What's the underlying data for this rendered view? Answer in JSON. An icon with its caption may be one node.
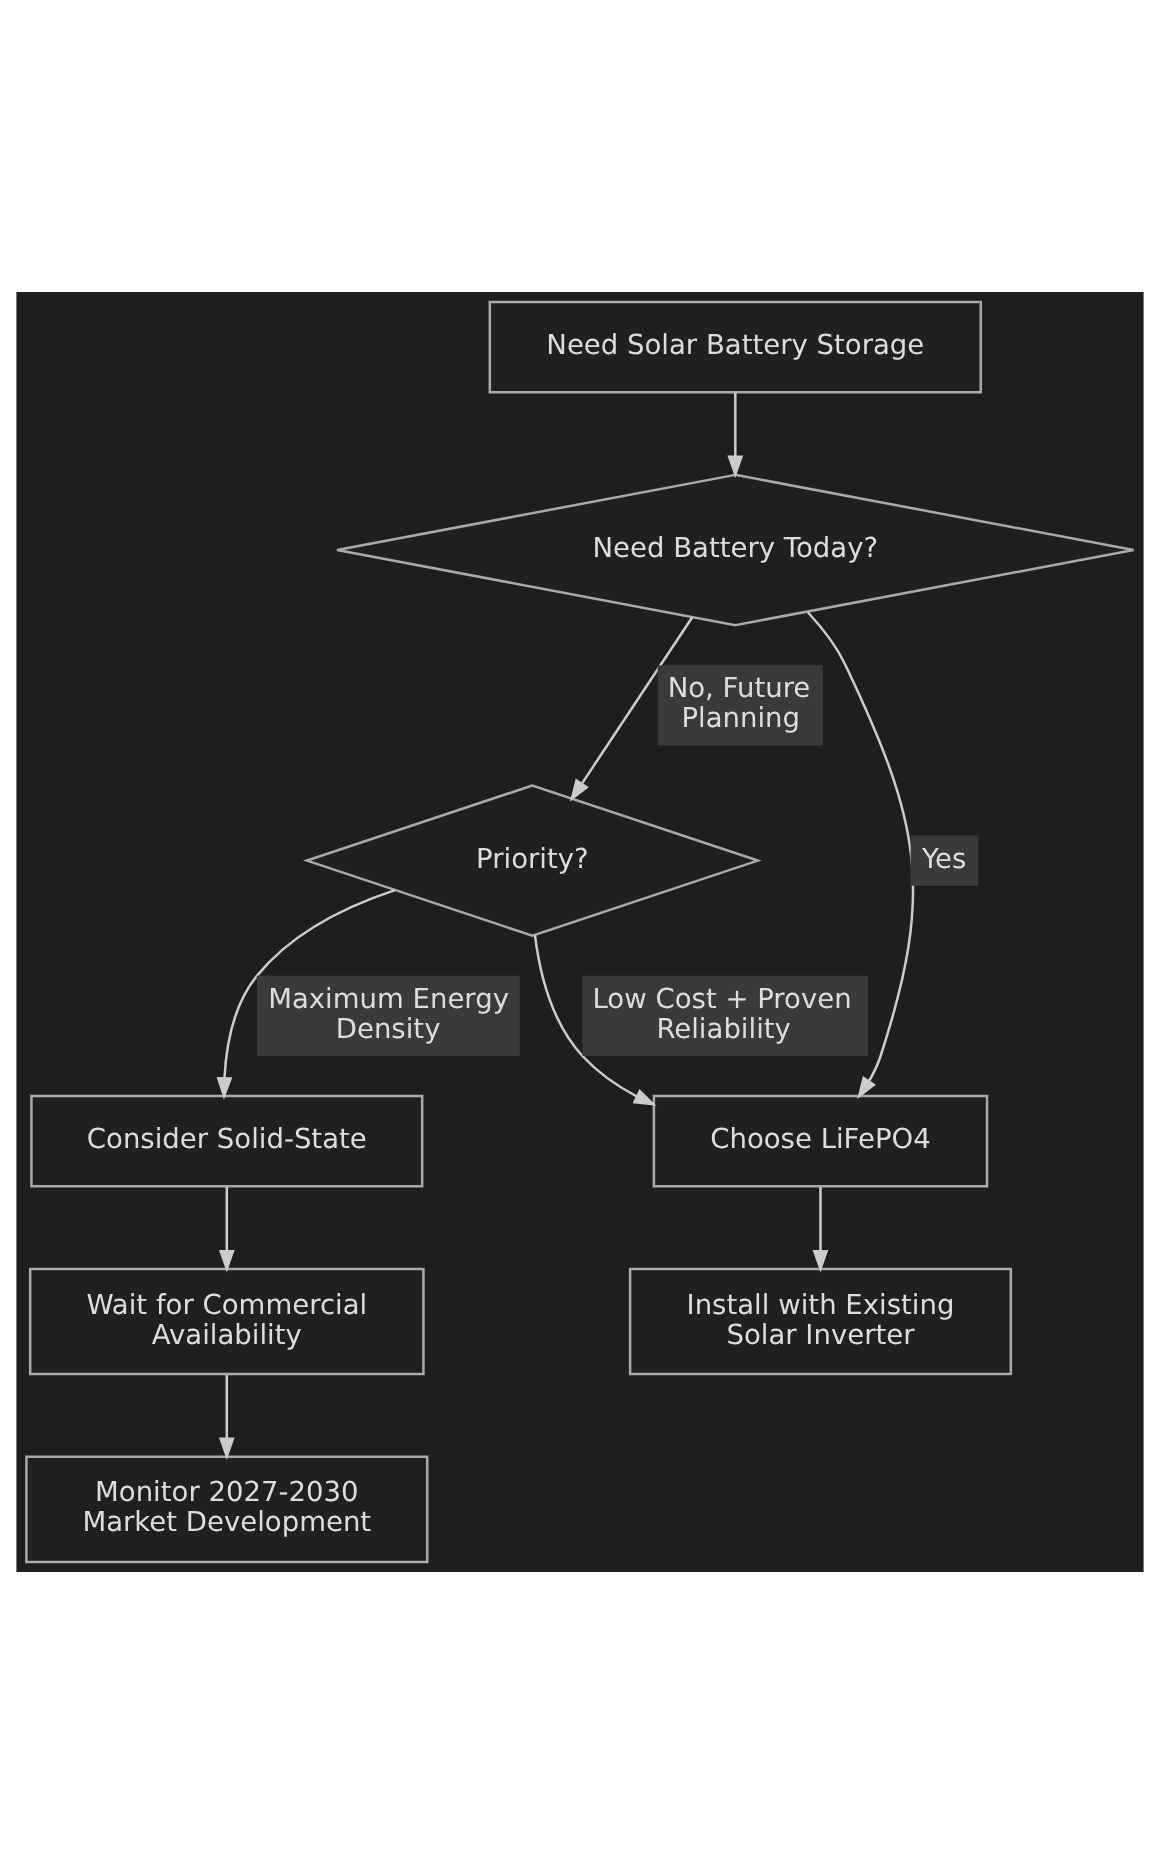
{
  "diagram": {
    "nodes": [
      {
        "text": [
          "Need Solar Battery Storage"
        ]
      },
      {
        "text": [
          "Need Battery Today?"
        ]
      },
      {
        "text": [
          "Priority?"
        ]
      },
      {
        "text": [
          "Choose LiFePO4"
        ]
      },
      {
        "text": [
          "Consider Solid-State"
        ]
      },
      {
        "text": [
          "Install with Existing Solar Inverter"
        ]
      },
      {
        "text": [
          "Wait for Commercial Availability"
        ]
      },
      {
        "text": [
          "Monitor 2027-2030 Market Development"
        ]
      }
    ],
    "edges": [
      {
        "from": 0,
        "to": 1,
        "arrow": "to"
      },
      {
        "from": 1,
        "to": 3,
        "arrow": "to",
        "label": "Yes"
      },
      {
        "from": 1,
        "to": 2,
        "arrow": "to",
        "label": "No, Future Planning"
      },
      {
        "from": 2,
        "to": 3,
        "arrow": "to",
        "label": "Low Cost + Proven Reliability"
      },
      {
        "from": 2,
        "to": 4,
        "arrow": "to",
        "label": "Maximum Energy Density"
      },
      {
        "from": 3,
        "to": 5,
        "arrow": "to"
      },
      {
        "from": 4,
        "to": 6,
        "arrow": "to"
      },
      {
        "from": 6,
        "to": 7,
        "arrow": "to"
      }
    ]
  }
}
